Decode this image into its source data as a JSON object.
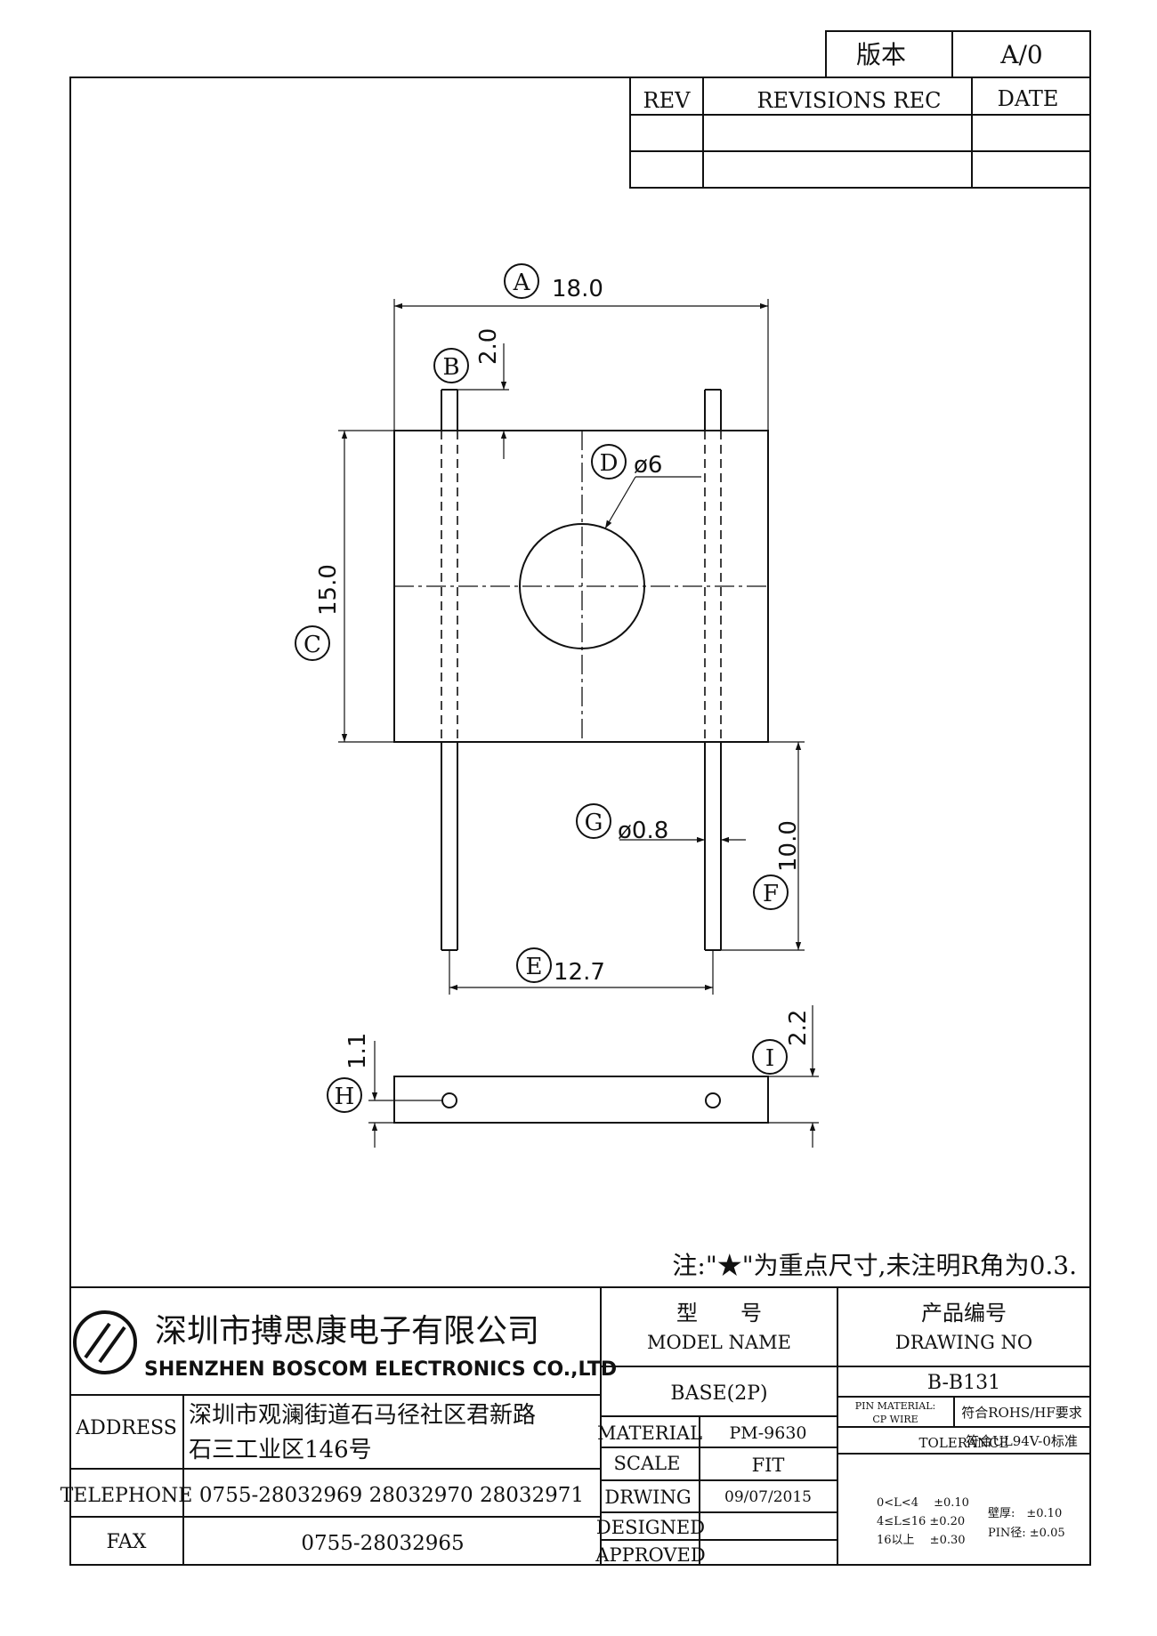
{
  "header": {
    "version_label": "版本",
    "version_value": "A/0"
  },
  "revision_table": {
    "col_rev": "REV",
    "col_records": "REVISIONS REC",
    "col_date": "DATE"
  },
  "drawing": {
    "A": {
      "label": "A",
      "value": "18.0"
    },
    "B": {
      "label": "B",
      "value": "2.0"
    },
    "C": {
      "label": "C",
      "value": "15.0"
    },
    "D": {
      "label": "D",
      "value": "ø6"
    },
    "E": {
      "label": "E",
      "value": "12.7"
    },
    "F": {
      "label": "F",
      "value": "10.0"
    },
    "G": {
      "label": "G",
      "value": "ø0.8"
    },
    "H": {
      "label": "H",
      "value": "1.1"
    },
    "I": {
      "label": "I",
      "value": "2.2"
    }
  },
  "note": "注:\"★\"为重点尺寸,未注明R角为0.3.",
  "title_block": {
    "company_cn": "深圳市搏思康电子有限公司",
    "company_en": "SHENZHEN BOSCOM ELECTRONICS CO.,LTD",
    "address_label": "ADDRESS",
    "address_line1": "深圳市观澜街道石马径社区君新路",
    "address_line2": "石三工业区146号",
    "telephone_label": "TELEPHONE",
    "telephone_value": "0755-28032969 28032970 28032971",
    "fax_label": "FAX",
    "fax_value": "0755-28032965",
    "model_cn": "型　　号",
    "model_en": "MODEL NAME",
    "model_value": "BASE(2P)",
    "drawing_no_cn": "产品编号",
    "drawing_no_en": "DRAWING NO",
    "drawing_no_value": "B-B131",
    "material_label": "MATERIAL",
    "material_value": "PM-9630",
    "scale_label": "SCALE",
    "scale_value": "FIT",
    "drawing_label": "DRWING",
    "drawing_date": "09/07/2015",
    "designed_label": "DESIGNED",
    "approved_label": "APPROVED",
    "pin_material_label1": "PIN MATERIAL:",
    "pin_material_label2": "CP WIRE",
    "rohs_text": "符合ROHS/HF要求",
    "ul_text": "符合UL94V-0标准",
    "tolerance_label": "TOLERANCE",
    "tol_1": "0<L<4　 ±0.10",
    "tol_2": "4≤L≤16 ±0.20",
    "tol_3": "16以上　 ±0.30",
    "wall_text": "壁厚:　±0.10",
    "pin_dia_text": "PIN径: ±0.05"
  }
}
